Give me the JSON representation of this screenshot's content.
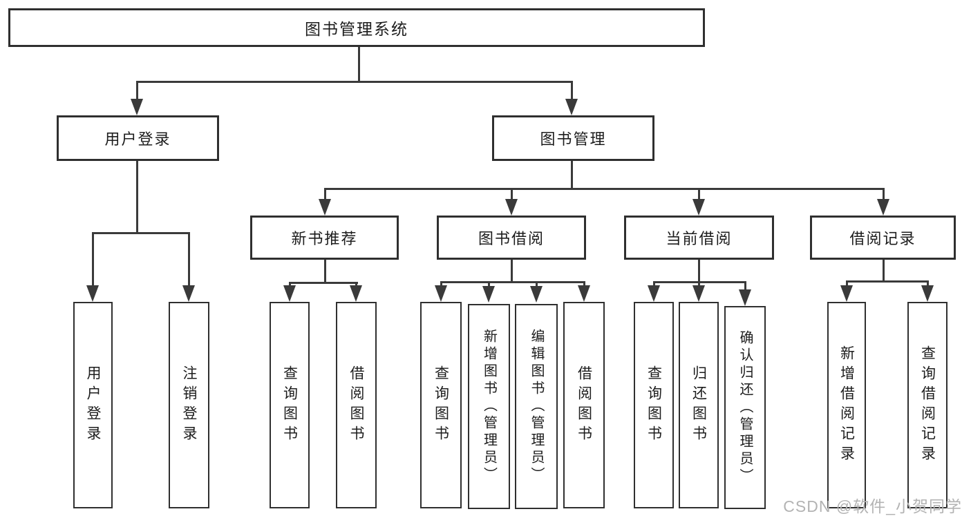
{
  "tree": {
    "root": {
      "label": "图书管理系统"
    },
    "branches": [
      {
        "label": "用户登录",
        "children": [
          {
            "label": "用户登录"
          },
          {
            "label": "注销登录"
          }
        ]
      },
      {
        "label": "图书管理",
        "children": [
          {
            "label": "新书推荐",
            "children": [
              {
                "label": "查询图书"
              },
              {
                "label": "借阅图书"
              }
            ]
          },
          {
            "label": "图书借阅",
            "children": [
              {
                "label": "查询图书"
              },
              {
                "label": "新增图书（管理员）"
              },
              {
                "label": "编辑图书（管理员）"
              },
              {
                "label": "借阅图书"
              }
            ]
          },
          {
            "label": "当前借阅",
            "children": [
              {
                "label": "查询图书"
              },
              {
                "label": "归还图书"
              },
              {
                "label": "确认归还（管理员）"
              }
            ]
          },
          {
            "label": "借阅记录",
            "children": [
              {
                "label": "新增借阅记录"
              },
              {
                "label": "查询借阅记录"
              }
            ]
          }
        ]
      }
    ]
  },
  "watermark": {
    "text": "CSDN @软件_小贺同学"
  },
  "colors": {
    "background": "#ffffff",
    "box_border": "#2f2f2f",
    "connector_line": "#3a3a3a",
    "text": "#1c1c1c",
    "watermark_text": "#b3b3b3"
  }
}
